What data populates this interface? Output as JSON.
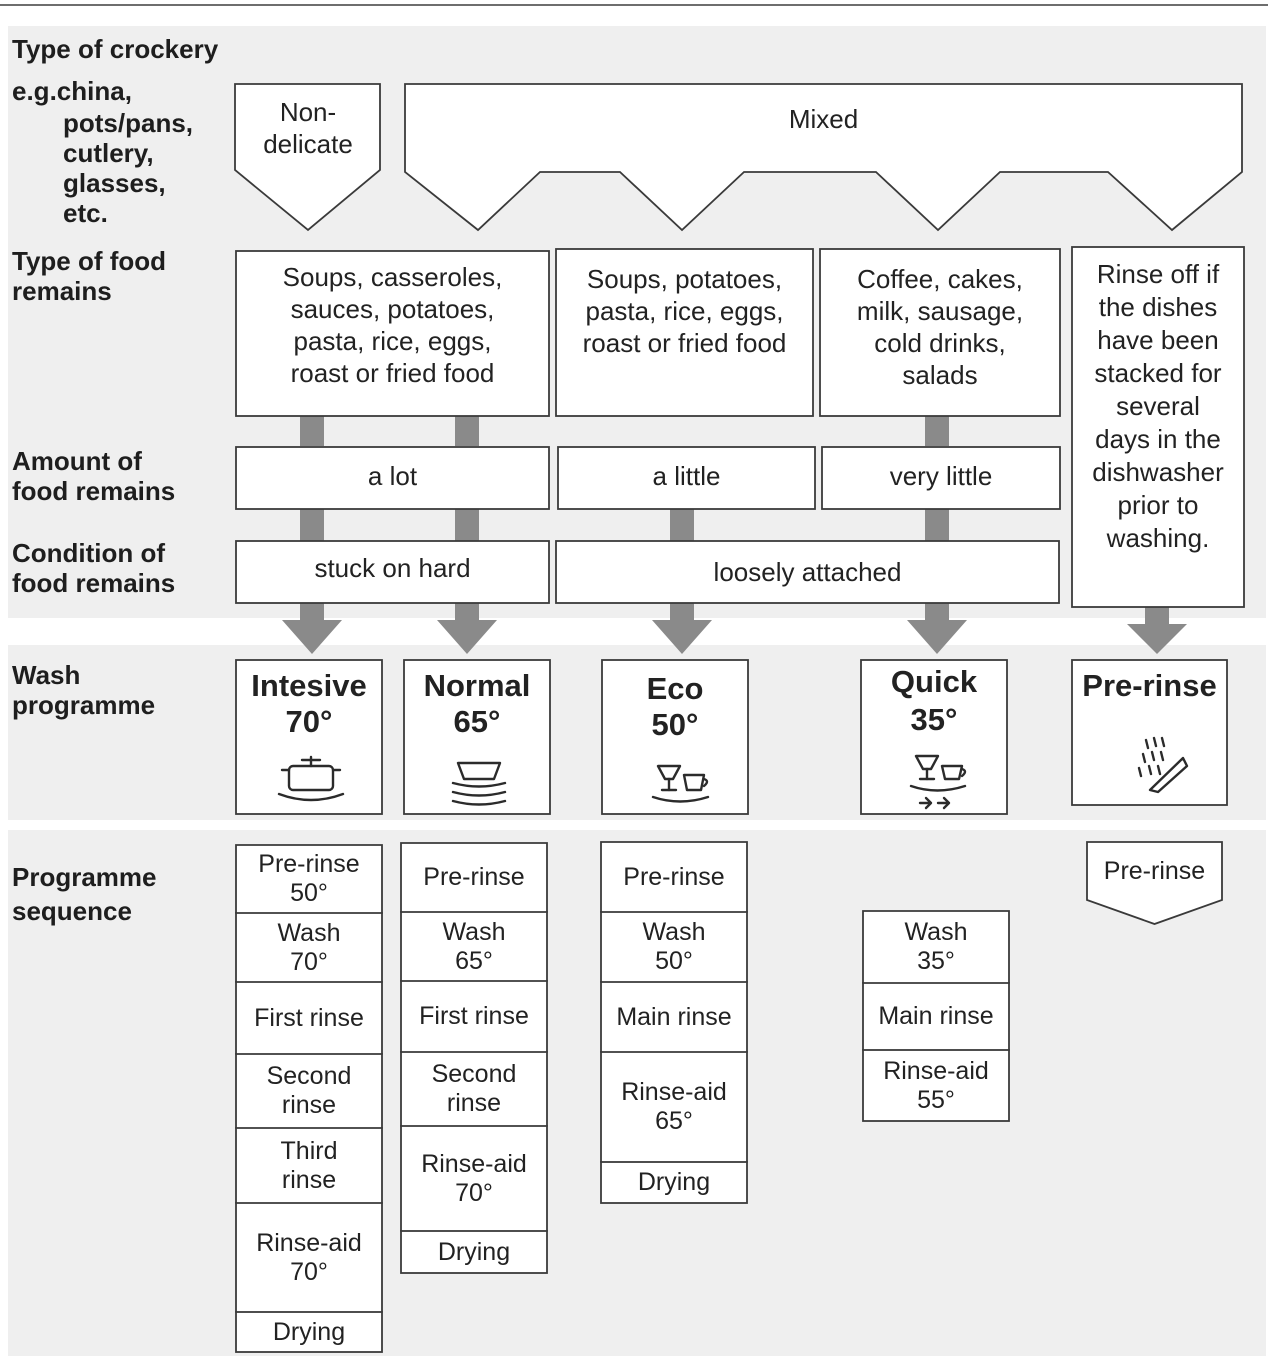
{
  "row_labels": {
    "crockery_title": "Type of crockery",
    "crockery_examples": [
      "e.g.china,",
      "pots/pans,",
      "cutlery,",
      "glasses,",
      "etc."
    ],
    "food_type": [
      "Type of food",
      "remains"
    ],
    "food_amount": [
      "Amount of",
      "food remains"
    ],
    "food_condition": [
      "Condition of",
      "food remains"
    ],
    "wash_programme": [
      "Wash",
      "programme"
    ],
    "programme_sequence": [
      "Programme",
      "sequence"
    ]
  },
  "crockery": {
    "non_delicate": "Non-\ndelicate",
    "mixed": "Mixed"
  },
  "food_types": [
    "Soups, casseroles,\nsauces, potatoes,\npasta, rice, eggs,\nroast or fried food",
    "Soups, potatoes,\npasta, rice, eggs,\nroast or fried food",
    "Coffee, cakes,\nmilk, sausage,\ncold drinks,\nsalads",
    "Rinse off if\nthe dishes\nhave been\nstacked for\nseveral\ndays in the\ndishwasher\nprior to\nwashing."
  ],
  "amounts": [
    "a lot",
    "a little",
    "very little"
  ],
  "conditions": [
    "stuck on hard",
    "loosely attached"
  ],
  "programmes": [
    {
      "name": "Intesive",
      "temp": "70°",
      "icon": "pot-icon"
    },
    {
      "name": "Normal",
      "temp": "65°",
      "icon": "stacked-dishes-icon"
    },
    {
      "name": "Eco",
      "temp": "50°",
      "icon": "glass-and-cup-icon"
    },
    {
      "name": "Quick",
      "temp": "35°",
      "icon": "glass-cup-quick-icon"
    },
    {
      "name": "Pre-rinse",
      "temp": "",
      "icon": "water-spray-icon"
    }
  ],
  "sequences": [
    [
      "Pre-rinse\n50°",
      "Wash\n70°",
      "First rinse",
      "Second\nrinse",
      "Third\nrinse",
      "Rinse-aid\n70°",
      "Drying"
    ],
    [
      "Pre-rinse",
      "Wash\n65°",
      "First rinse",
      "Second\nrinse",
      "Rinse-aid\n70°",
      "Drying"
    ],
    [
      "Pre-rinse",
      "Wash\n50°",
      "Main rinse",
      "Rinse-aid\n65°",
      "Drying"
    ],
    [
      "Wash\n35°",
      "Main rinse",
      "Rinse-aid\n55°"
    ],
    [
      "Pre-rinse"
    ]
  ]
}
